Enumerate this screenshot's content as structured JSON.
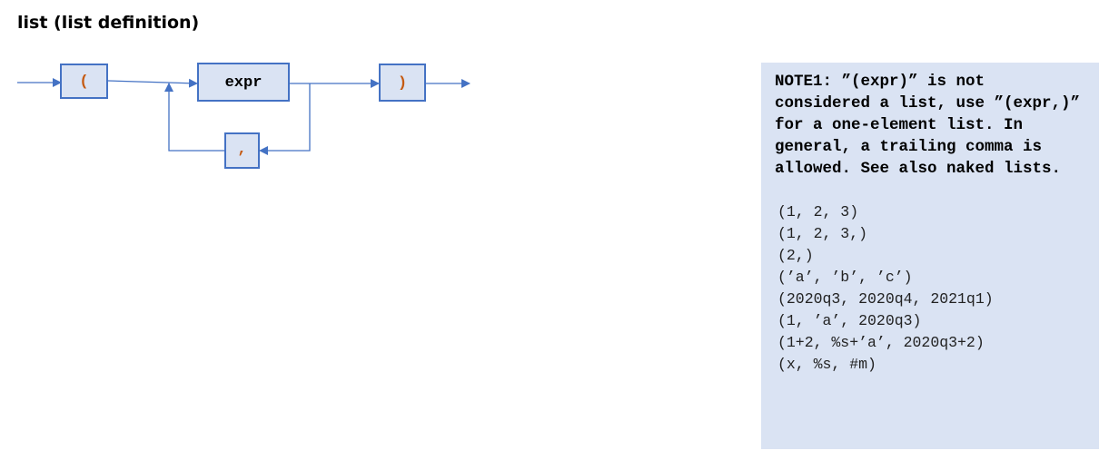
{
  "title": "list (list definition)",
  "diagram": {
    "nodes": {
      "open_paren": "(",
      "expr": "expr",
      "close_paren": ")",
      "comma": ","
    }
  },
  "note": {
    "heading": "NOTE1: ”(expr)” is not considered a list, use ”(expr,)” for a one-element list. In general, a trailing comma is allowed. See also naked lists.",
    "examples": [
      "(1, 2, 3)",
      "(1, 2, 3,)",
      "(2,)",
      "(’a’, ’b’, ’c’)",
      "(2020q3, 2020q4, 2021q1)",
      "(1, ’a’, 2020q3)",
      "(1+2, %s+’a’, 2020q3+2)",
      "(x, %s, #m)"
    ]
  },
  "colors": {
    "box_fill": "#dae3f3",
    "box_stroke": "#4472c4",
    "terminal_text": "#c55a11",
    "arrow": "#4472c4",
    "note_background": "#dae3f3"
  }
}
